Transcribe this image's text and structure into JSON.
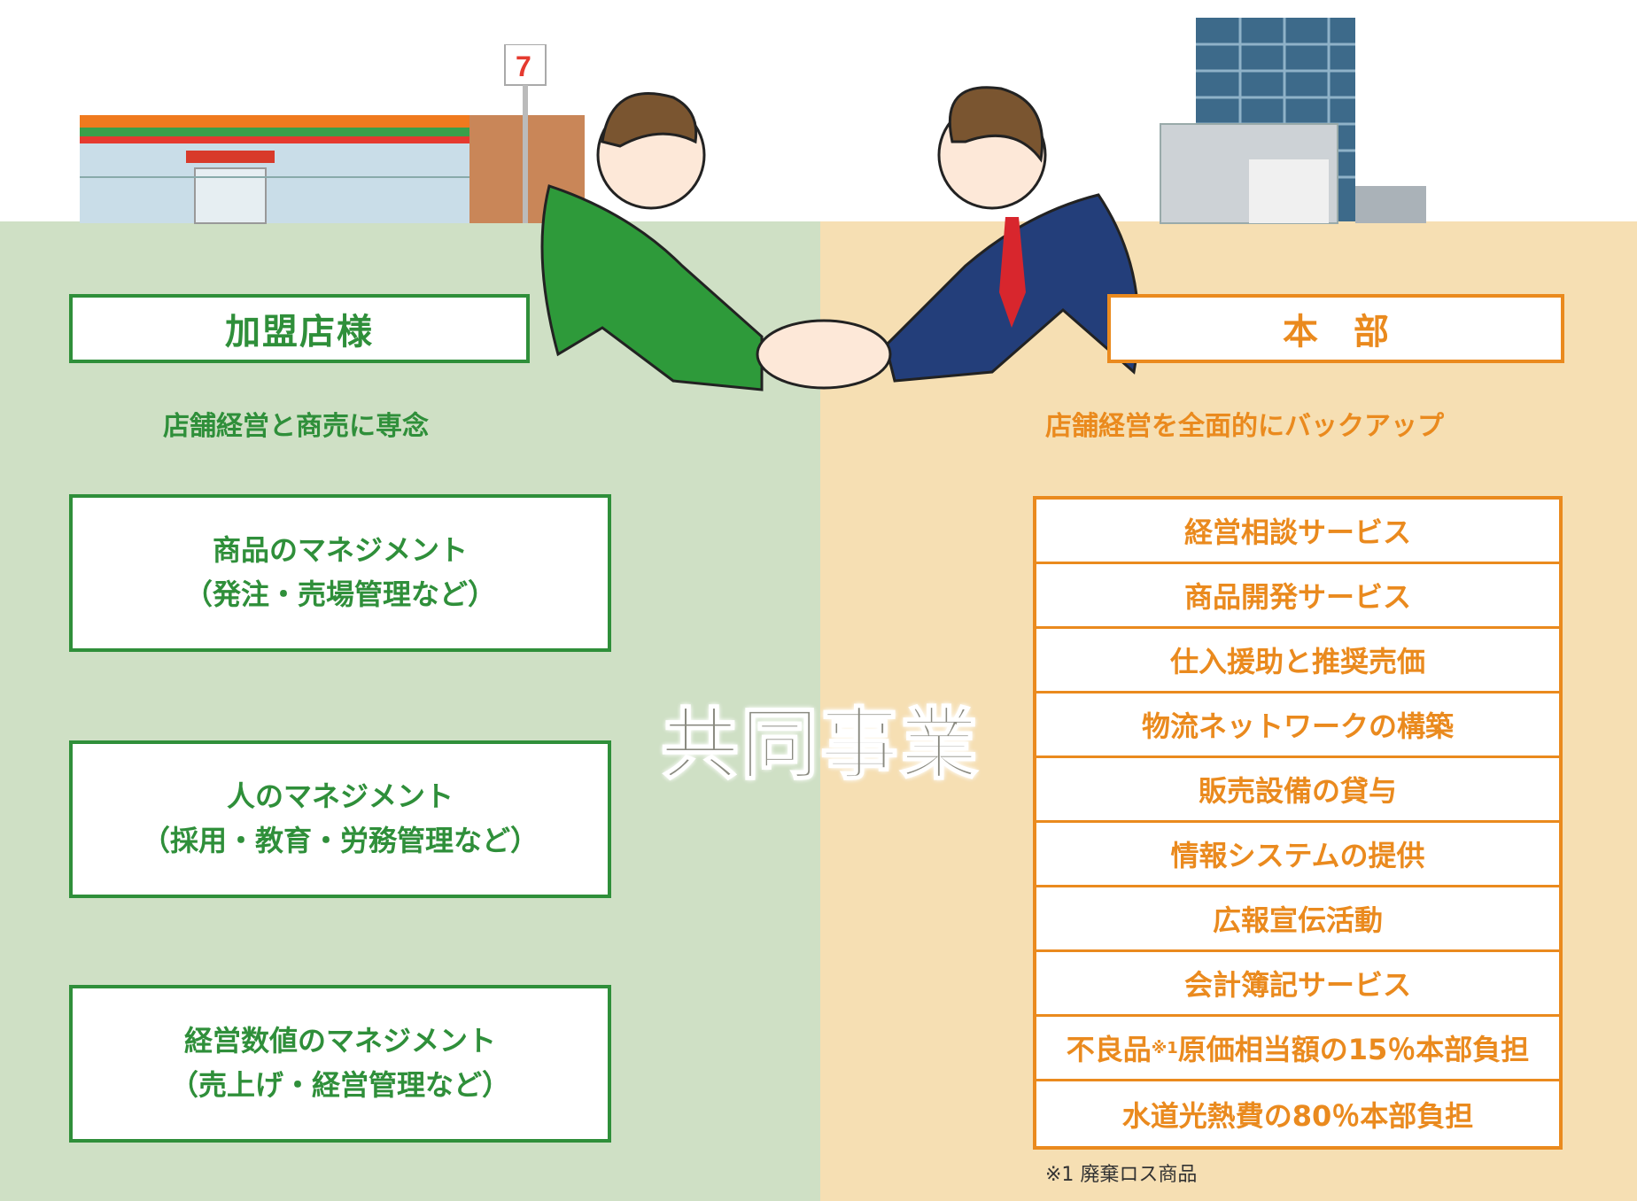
{
  "left": {
    "header": "加盟店様",
    "subtitle": "店舗経営と商売に専念",
    "boxes": [
      {
        "line1": "商品のマネジメント",
        "line2": "（発注・売場管理など）"
      },
      {
        "line1": "人のマネジメント",
        "line2": "（採用・教育・労務管理など）"
      },
      {
        "line1": "経営数値のマネジメント",
        "line2": "（売上げ・経営管理など）"
      }
    ]
  },
  "right": {
    "header": "本部",
    "subtitle": "店舗経営を全面的にバックアップ",
    "items": [
      "経営相談サービス",
      "商品開発サービス",
      "仕入援助と推奨売価",
      "物流ネットワークの構築",
      "販売設備の貸与",
      "情報システムの提供",
      "広報宣伝活動",
      "会計簿記サービス"
    ],
    "item9_pre": "不良品",
    "item9_sup": "※1",
    "item9_post": "原価相当額の15％本部負担",
    "item10": "水道光熱費の80％本部負担",
    "footnote": "※1 廃棄ロス商品"
  },
  "center": "共同事業",
  "store_sign": "7",
  "colors": {
    "green": "#2f8f3a",
    "orange": "#ea8a1e",
    "left_bg": "#cfe0c5",
    "right_bg": "#f6dfb3"
  }
}
